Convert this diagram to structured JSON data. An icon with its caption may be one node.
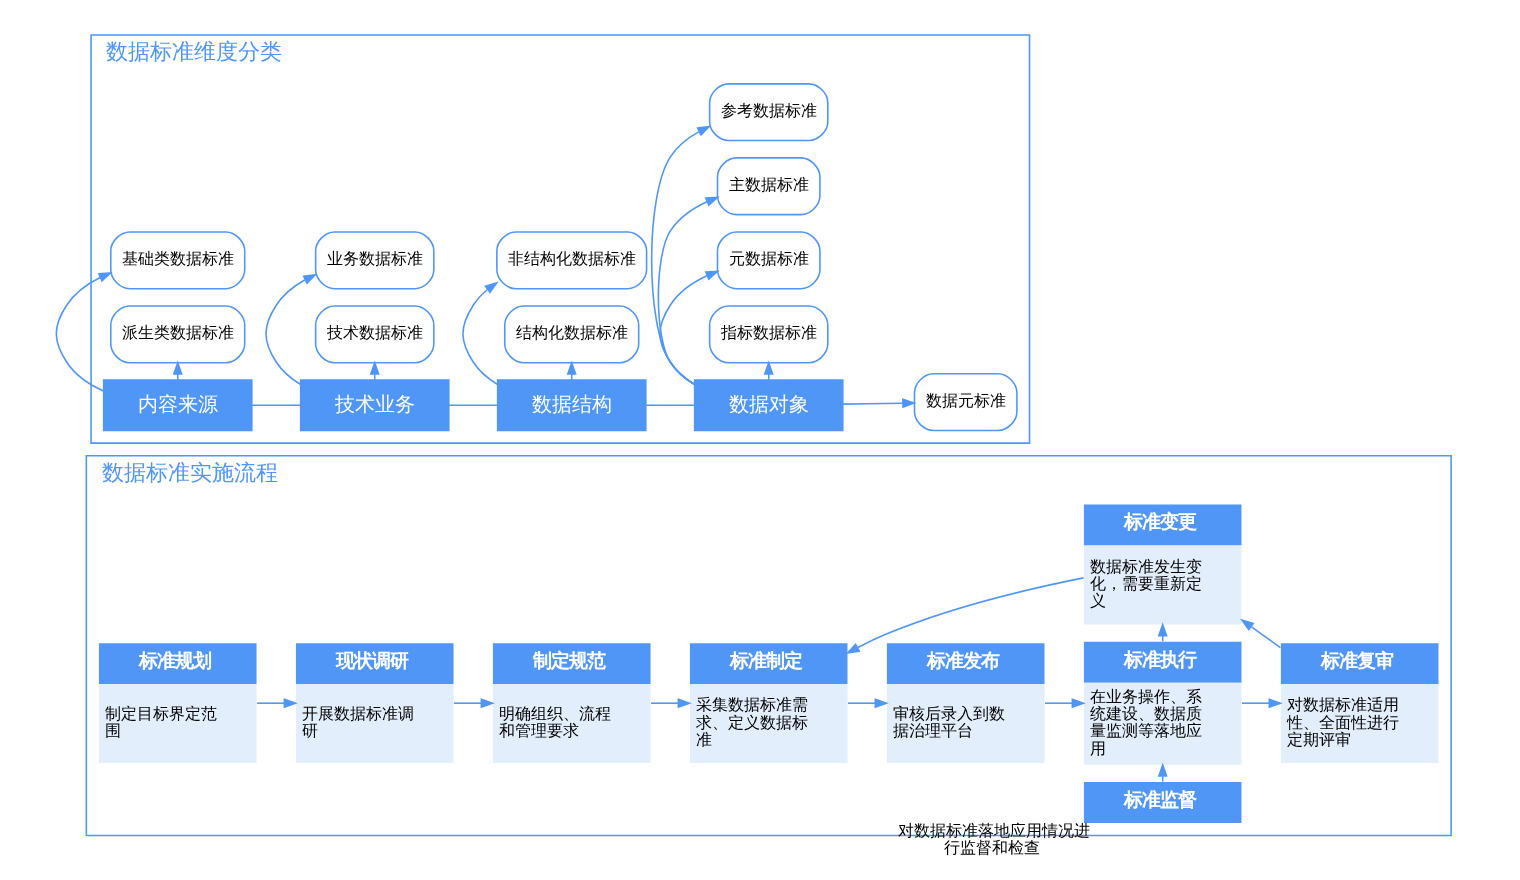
{
  "diagram": {
    "nodes": [
      {
        "text": [
          "数据标准维度分类"
        ]
      },
      {
        "text": [
          "内容来源"
        ],
        "in": 0
      },
      {
        "text": [
          "基础类数据标准"
        ],
        "in": 0
      },
      {
        "text": [
          "派生类数据标准"
        ],
        "in": 0
      },
      {
        "text": [
          "技术业务"
        ],
        "in": 0
      },
      {
        "text": [
          "业务数据标准"
        ],
        "in": 0
      },
      {
        "text": [
          "技术数据标准"
        ],
        "in": 0
      },
      {
        "text": [
          "数据结构"
        ],
        "in": 0
      },
      {
        "text": [
          "非结构化数据标准"
        ],
        "in": 0
      },
      {
        "text": [
          "结构化数据标准"
        ],
        "in": 0
      },
      {
        "text": [
          "数据对象"
        ],
        "in": 0
      },
      {
        "text": [
          "参考数据标准"
        ],
        "in": 0
      },
      {
        "text": [
          "主数据标准"
        ],
        "in": 0
      },
      {
        "text": [
          "元数据标准"
        ],
        "in": 0
      },
      {
        "text": [
          "指标数据标准"
        ],
        "in": 0
      },
      {
        "text": [
          "数据元标准"
        ],
        "in": 0
      },
      {
        "text": [
          "数据标准实施流程"
        ]
      },
      {
        "text": [
          "标准规划",
          "制定目标界定范围"
        ],
        "in": 16
      },
      {
        "text": [
          "现状调研",
          "开展数据标准调研"
        ],
        "in": 16
      },
      {
        "text": [
          "制定规范",
          "明确组织、流程和管理要求"
        ],
        "in": 16
      },
      {
        "text": [
          "标准制定",
          "采集数据标准需求、定义数据标准"
        ],
        "in": 16
      },
      {
        "text": [
          "标准发布",
          "审核后录入到数据治理平台"
        ],
        "in": 16
      },
      {
        "text": [
          "标准变更",
          "数据标准发生变化，需要重新定义"
        ],
        "in": 16
      },
      {
        "text": [
          "标准执行",
          "在业务操作、系统建设、数据质量监测等落地应用"
        ],
        "in": 16
      },
      {
        "text": [
          "标准复审",
          "对数据标准适用性、全面性进行定期评审"
        ],
        "in": 16
      },
      {
        "text": [
          "标准监督"
        ],
        "in": 16,
        "beside": [
          "对数据标准落地应用情况进行监督和检查"
        ]
      }
    ],
    "edges": [
      {
        "from": 1,
        "to": 2,
        "arrow": "to"
      },
      {
        "from": 1,
        "to": 3,
        "arrow": "to"
      },
      {
        "from": 1,
        "to": 4,
        "arrow": "none"
      },
      {
        "from": 4,
        "to": 5,
        "arrow": "to"
      },
      {
        "from": 4,
        "to": 6,
        "arrow": "to"
      },
      {
        "from": 4,
        "to": 7,
        "arrow": "none"
      },
      {
        "from": 7,
        "to": 8,
        "arrow": "to"
      },
      {
        "from": 7,
        "to": 9,
        "arrow": "to"
      },
      {
        "from": 7,
        "to": 10,
        "arrow": "none"
      },
      {
        "from": 10,
        "to": 11,
        "arrow": "to"
      },
      {
        "from": 10,
        "to": 12,
        "arrow": "to"
      },
      {
        "from": 10,
        "to": 13,
        "arrow": "to"
      },
      {
        "from": 10,
        "to": 14,
        "arrow": "to"
      },
      {
        "from": 10,
        "to": 15,
        "arrow": "to"
      },
      {
        "from": 17,
        "to": 18,
        "arrow": "to"
      },
      {
        "from": 18,
        "to": 19,
        "arrow": "to"
      },
      {
        "from": 19,
        "to": 20,
        "arrow": "to"
      },
      {
        "from": 20,
        "to": 21,
        "arrow": "to"
      },
      {
        "from": 21,
        "to": 23,
        "arrow": "to"
      },
      {
        "from": 23,
        "to": 24,
        "arrow": "to"
      },
      {
        "from": 24,
        "to": 22,
        "arrow": "to"
      },
      {
        "from": 22,
        "to": 20,
        "arrow": "to"
      },
      {
        "from": 23,
        "to": 22,
        "arrow": "to"
      },
      {
        "from": 25,
        "to": 23,
        "arrow": "to"
      }
    ]
  }
}
